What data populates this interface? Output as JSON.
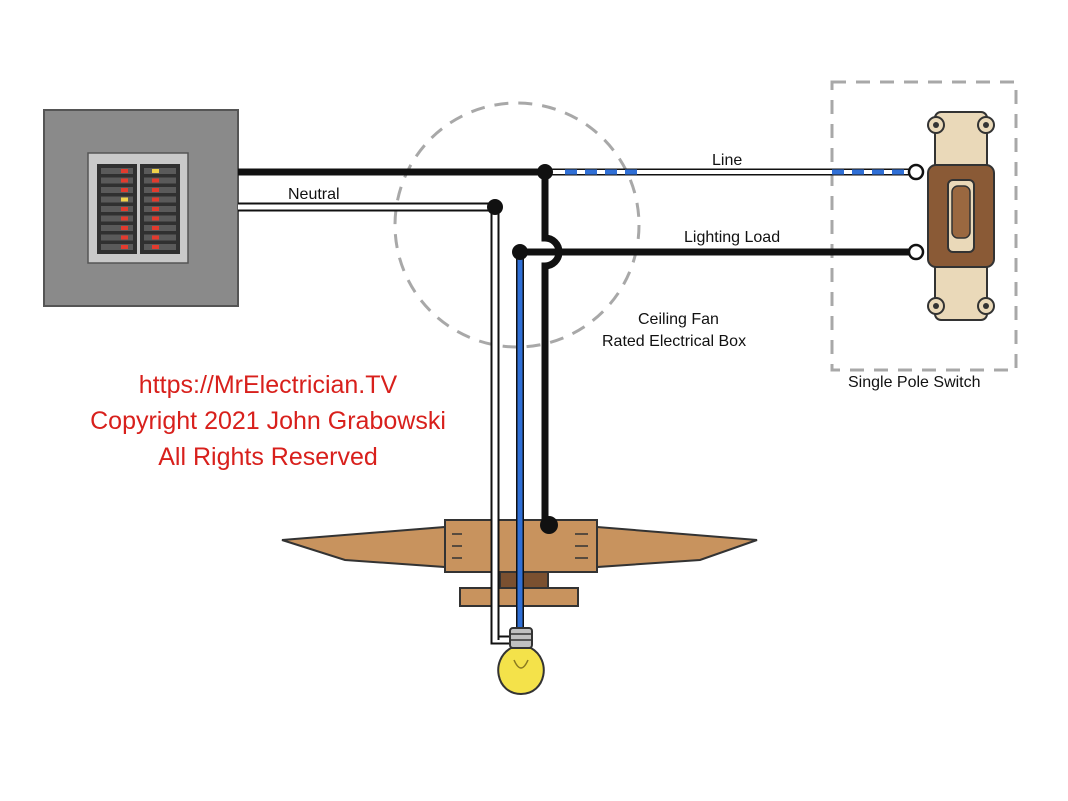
{
  "labels": {
    "line": "Line",
    "neutral": "Neutral",
    "lighting_load": "Lighting Load",
    "box_line1": "Ceiling Fan",
    "box_line2": "Rated Electrical Box",
    "switch": "Single Pole Switch"
  },
  "watermark": {
    "url": "https://MrElectrician.TV",
    "copyright": "Copyright 2021 John Grabowski",
    "rights": "All Rights Reserved"
  },
  "colors": {
    "hot_wire": "#111111",
    "neutral_wire": "#ffffff",
    "switched_wire": "#2f6fd6",
    "watermark": "#d8201c",
    "fan_wood": "#c8935e",
    "panel_gray": "#8a8a8a",
    "bulb": "#f4e24a"
  },
  "icons": {
    "panel": "breaker-panel-icon",
    "switch": "toggle-switch-icon",
    "fan": "ceiling-fan-icon",
    "bulb": "light-bulb-icon"
  }
}
